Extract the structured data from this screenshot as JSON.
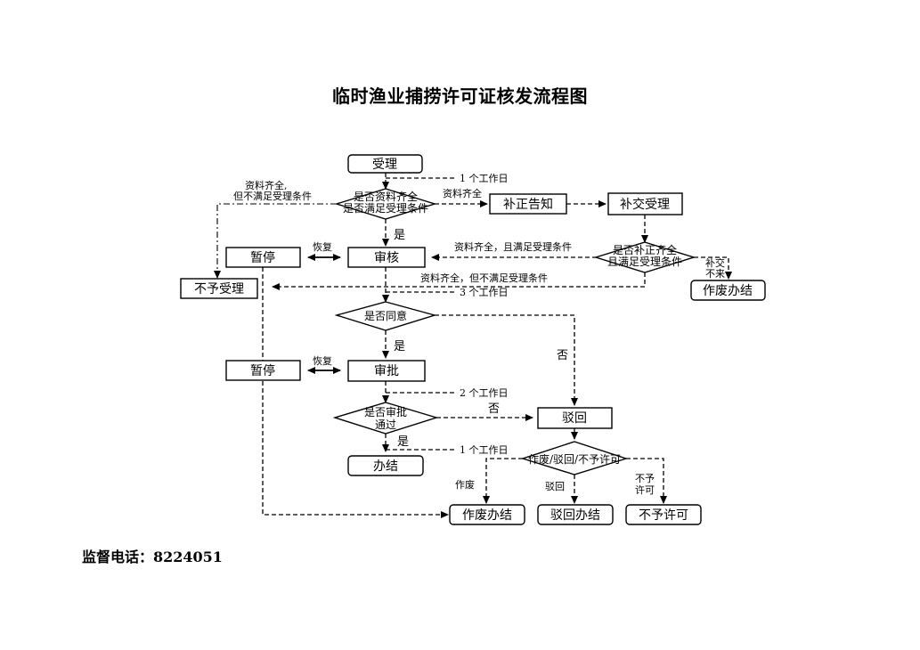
{
  "title": "临时渔业捕捞许可证核发流程图",
  "footer": "监督电话：8224051",
  "nodes": {
    "accept": "受理",
    "check_docs_line1": "是否资料齐全",
    "check_docs_line2": "是否满足受理条件",
    "correction_notice": "补正告知",
    "resubmit_accept": "补交受理",
    "check_correction_line1": "是否补正齐全",
    "check_correction_line2": "且满足受理条件",
    "pause1": "暂停",
    "review": "审核",
    "reject_accept": "不予受理",
    "void_done_top": "作废办结",
    "agree": "是否同意",
    "pause2": "暂停",
    "approve": "审批",
    "approved_pass_line1": "是否审批",
    "approved_pass_line2": "通过",
    "return": "驳回",
    "done": "办结",
    "outcome": "作废/驳回/不予许可",
    "void_done": "作废办结",
    "return_done": "驳回办结",
    "deny_permit": "不予许可"
  },
  "labels": {
    "one_workday_a": "1 个工作日",
    "docs_complete_not_met_1": "资料齐全,",
    "docs_complete_not_met_2": "但不满足受理条件",
    "docs_complete": "资料齐全",
    "yes_a": "是",
    "resume_a": "恢复",
    "docs_complete_and_met": "资料齐全，且满足受理条件",
    "not_submitted_1": "补交",
    "not_submitted_2": "不来",
    "docs_complete_not_met_b": "资料齐全，但不满足受理条件",
    "three_workdays": "3 个工作日",
    "yes_b": "是",
    "no_a": "否",
    "resume_b": "恢复",
    "two_workdays": "2 个工作日",
    "no_b": "否",
    "yes_c": "是",
    "one_workday_b": "1 个工作日",
    "void": "作废",
    "return_lbl": "驳回",
    "deny_1": "不予",
    "deny_2": "许可"
  }
}
